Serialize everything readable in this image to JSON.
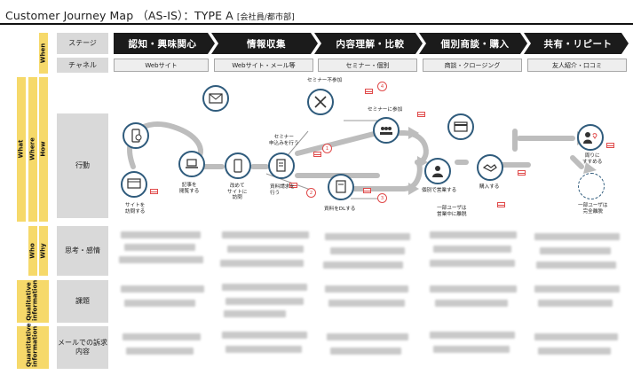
{
  "title": "Customer Journey Map （AS-IS）：TYPE A",
  "title_suffix": "[会社員/都市部]",
  "side_labels": {
    "what": "What",
    "when": "When",
    "where": "Where",
    "how": "How",
    "who": "Who",
    "why": "Why",
    "qualitative": "Qualitative information",
    "quantitative": "Quantitative information"
  },
  "rows": {
    "stage": "ステージ",
    "channel": "チャネル",
    "action": "行動",
    "thoughts": "思考・感情",
    "issues": "課題",
    "email": "メールでの訴求内容"
  },
  "stages": [
    "認知・興味関心",
    "情報収集",
    "内容理解・比較",
    "個別商談・購入",
    "共有・リピート"
  ],
  "channels": [
    "Webサイト",
    "Webサイト・メール等",
    "セミナー・個別",
    "商談・クロージング",
    "友人紹介・口コミ"
  ],
  "action_labels": {
    "article": "記事を\n閲覧する",
    "visit": "サイトを\n訪問する",
    "revisit": "改めて\nサイトに\n訪問",
    "seminar_apply": "セミナー\n申込みを行う",
    "doc_request": "資料請求を\n行う",
    "seminar_absent": "セミナー不参加",
    "seminar_attend": "セミナーに参加",
    "doc_read": "資料をDLする",
    "sales": "個別で営業する",
    "buy": "購入する",
    "pass1": "一部ユーザは\n営業中に離脱",
    "recommend": "周りに\nすすめる",
    "pass2": "一部ユーザは\n完全離脱"
  },
  "badges": [
    "1",
    "2",
    "3",
    "4"
  ],
  "colors": {
    "accent": "#f6d96a",
    "stage_bg": "#1b1b1b",
    "icon_stroke": "#2f5b7c",
    "flow_arrow": "#bdbdbd",
    "mail": "#e04a4a"
  }
}
